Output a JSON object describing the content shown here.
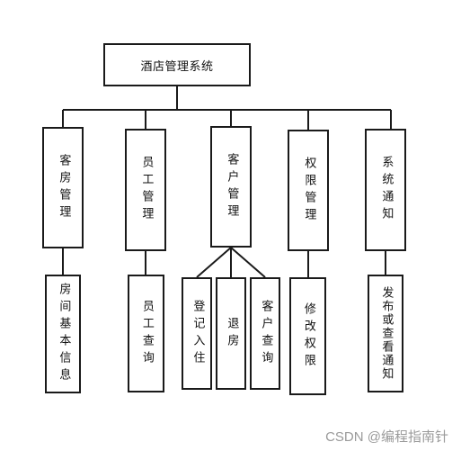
{
  "root": {
    "label": "酒店管理系统"
  },
  "modules": [
    {
      "id": "room",
      "label": "客房管理",
      "children": [
        "房间基本信息"
      ]
    },
    {
      "id": "staff",
      "label": "员工管理",
      "children": [
        "员工查询"
      ]
    },
    {
      "id": "customer",
      "label": "客户管理",
      "children": [
        "登记入住",
        "退房",
        "客户查询"
      ]
    },
    {
      "id": "perm",
      "label": "权限管理",
      "children": [
        "修改权限"
      ]
    },
    {
      "id": "notice",
      "label": "系统通知",
      "children": [
        "发布或查看通知"
      ]
    }
  ],
  "watermark": "CSDN @编程指南针"
}
